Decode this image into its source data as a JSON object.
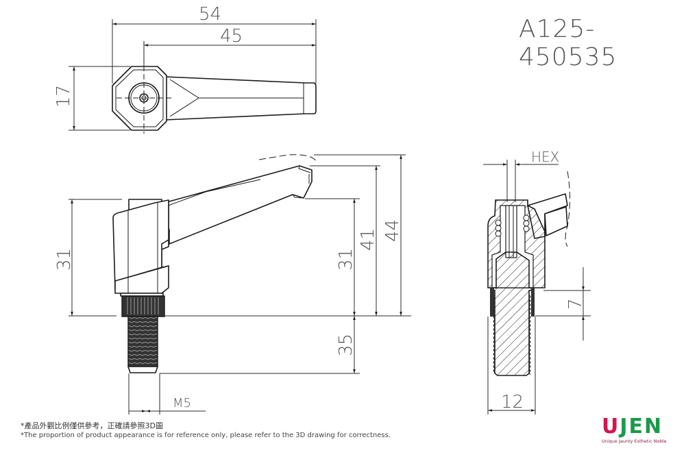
{
  "title": {
    "part_number": "A125-450535"
  },
  "top_view": {
    "dims": {
      "overall_length": "54",
      "pivot_to_tip": "45",
      "width": "17"
    }
  },
  "side_view": {
    "dims": {
      "body_height": "31",
      "lever_bottom_height": "31",
      "lever_top_height": "41",
      "overall_height": "44",
      "thread_length": "35",
      "thread_size": "M5"
    }
  },
  "section_view": {
    "dims": {
      "hex_label": "HEX",
      "shoulder_height": "7",
      "boss_diameter": "12"
    }
  },
  "notes": {
    "zh": "*產品外觀比例僅供參考，正確請參照3D圖",
    "en": "*The proportion of product appearance is for reference only, please refer to the 3D drawing for correctness."
  },
  "logo": {
    "letter_u": "U",
    "letters_rest": "JEN",
    "tagline": "Unique Jaunty Esthetic Noble",
    "colors": {
      "u": "#d6154f",
      "rest": "#1c9a4c"
    }
  }
}
